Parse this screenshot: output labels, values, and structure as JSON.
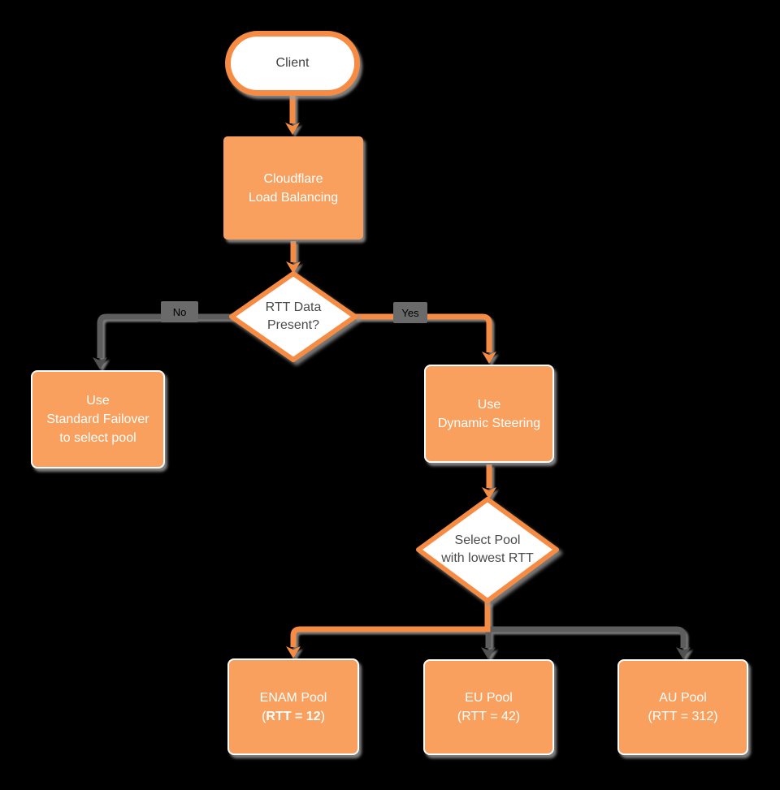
{
  "colors": {
    "background": "#000000",
    "node_fill": "#F9A05F",
    "node_stroke": "#F68C44",
    "edge_orange": "#F68C44",
    "edge_gray": "#5D5D5D",
    "text_on_orange": "#FFFFFF",
    "text_dark": "#4A4A4A",
    "edge_label_bg": "#6A6A6A"
  },
  "nodes": {
    "client": {
      "lines": [
        "Client"
      ]
    },
    "load_balancing": {
      "lines": [
        "Cloudflare",
        "Load Balancing"
      ]
    },
    "rtt_decision": {
      "lines": [
        "RTT Data",
        "Present?"
      ]
    },
    "standard_failover": {
      "lines": [
        "Use",
        "Standard Failover",
        "to select pool"
      ]
    },
    "dynamic_steering": {
      "lines": [
        "Use",
        "Dynamic Steering"
      ]
    },
    "select_pool": {
      "lines": [
        "Select Pool",
        "with lowest RTT"
      ]
    },
    "enam_pool": {
      "line1": "ENAM Pool",
      "line2_open": "(",
      "line2_bold": "RTT = 12",
      "line2_close": ")"
    },
    "eu_pool": {
      "lines": [
        "EU Pool",
        "(RTT = 42)"
      ]
    },
    "au_pool": {
      "lines": [
        "AU Pool",
        "(RTT = 312)"
      ]
    }
  },
  "edge_labels": {
    "no": "No",
    "yes": "Yes"
  }
}
